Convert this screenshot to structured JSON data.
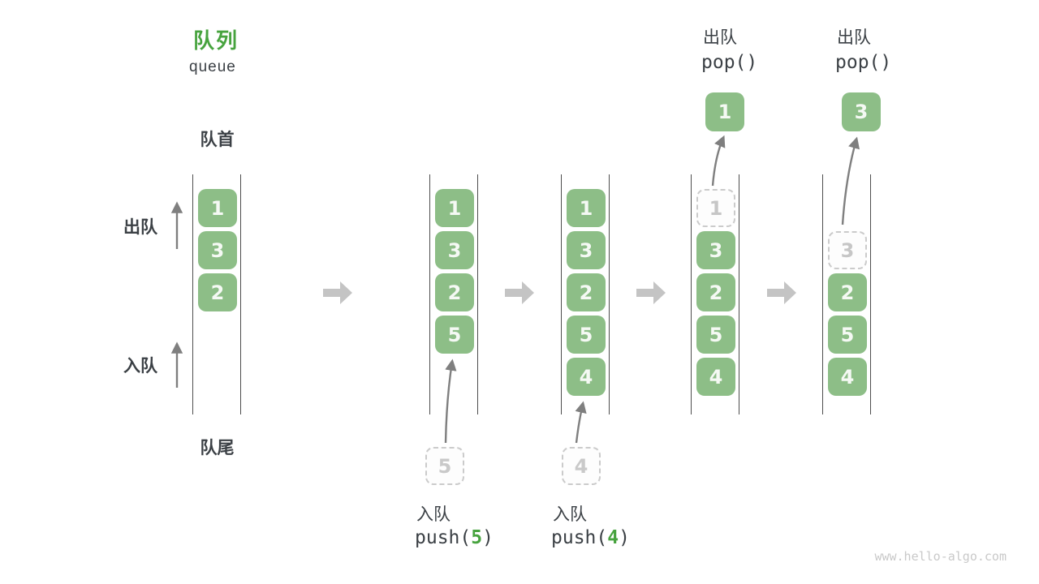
{
  "title": {
    "zh": "队列",
    "en": "queue"
  },
  "labels": {
    "front": "队首",
    "rear": "队尾",
    "dequeue_side": "出队",
    "enqueue_side": "入队"
  },
  "states": [
    {
      "cells": [
        "1",
        "3",
        "2"
      ]
    },
    {
      "cells": [
        "1",
        "3",
        "2",
        "5"
      ]
    },
    {
      "cells": [
        "1",
        "3",
        "2",
        "5",
        "4"
      ]
    },
    {
      "dashed": "1",
      "cells": [
        "3",
        "2",
        "5",
        "4"
      ]
    },
    {
      "dashed": "3",
      "cells": [
        "2",
        "5",
        "4"
      ]
    }
  ],
  "ops": {
    "push5": {
      "label": "入队",
      "code_open": "push(",
      "arg": "5",
      "code_close": ")",
      "value": "5"
    },
    "push4": {
      "label": "入队",
      "code_open": "push(",
      "arg": "4",
      "code_close": ")",
      "value": "4"
    },
    "pop1": {
      "label": "出队",
      "code": "pop()",
      "value": "1"
    },
    "pop2": {
      "label": "出队",
      "code": "pop()",
      "value": "3"
    }
  },
  "watermark": "www.hello-algo.com",
  "colors": {
    "accent_green": "#47A33E",
    "box_green": "#8DBE87",
    "box_text": "#F5F9F4",
    "dark_text": "#3B4045",
    "muted_gray": "#C4C4C4",
    "arrow_gray": "#7F7F7F",
    "line_gray": "#4E4E4E",
    "watermark_gray": "#C9C9C9"
  }
}
